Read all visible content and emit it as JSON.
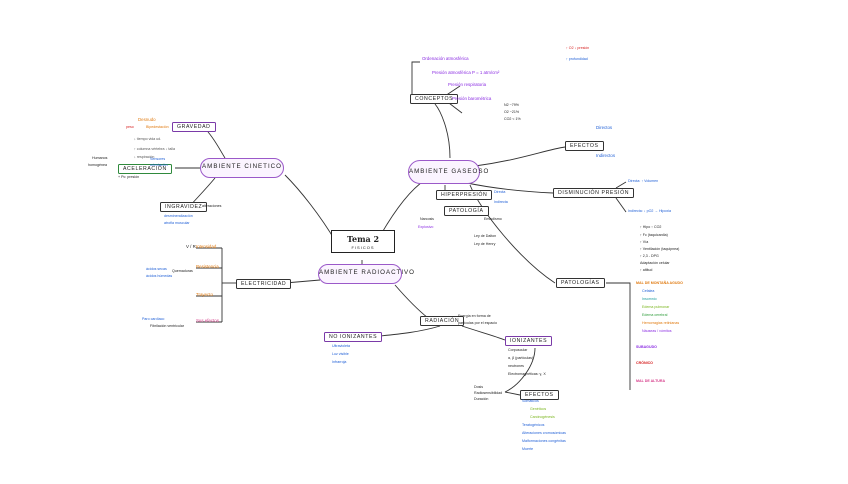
{
  "center": {
    "title": "Tema 2",
    "subtitle": "FISICOS"
  },
  "clouds": {
    "cinetico": "AMBIENTE CINETICO",
    "gaseoso": "AMBIENTE GASEOSO",
    "radioactivo": "AMBIENTE RADIOACTIVO"
  },
  "cinetico": {
    "gravedad": "GRAVEDAD",
    "ingravidez": "INGRAVIDEZ",
    "ingravidez_note": "alteraciones",
    "ingravidez_items": [
      "desmineralización",
      "atrofia muscular"
    ],
    "aceleracion": "ACELERACIÓN",
    "acel_left": [
      "Humanos",
      "homogénea"
    ],
    "acel_right": [
      "Sensores",
      "orientación"
    ],
    "gravedad_top": [
      "Desnudo",
      "peso",
      "Bipedestación"
    ],
    "gravedad_notes": [
      "↓ tiempo vida ud.",
      "↑ columna vértebra ↓ talla",
      "↓ respiración"
    ],
    "acel_pos": "+ Pc: presión"
  },
  "electricidad": {
    "label": "ELECTRICIDAD",
    "items": [
      "Intensidad",
      "Resistencia",
      "Trayecto",
      "Sus efectos"
    ],
    "sub": [
      "ácidos secas",
      "ácidos húmedas",
      "Quemaduras",
      "Paro cardíaco",
      "Fibrilación ventricular"
    ],
    "formula": "V / R"
  },
  "gaseoso": {
    "conceptos": "CONCEPTOS",
    "conceptos_items": [
      "Ordenación atmosférica",
      "Presión atmosférica  P = 1 atm/cm²",
      "Presión respiratoria",
      "Presión barométrica"
    ],
    "conceptos_extra": [
      "↑ O2 ↓ presión",
      "↑ profundidad",
      "N2 ~79%",
      "O2 ~21%",
      "CO2 < 1%"
    ],
    "efectos": "EFECTOS",
    "efectos_items": [
      "Directos",
      "Indirectos"
    ],
    "hiperpresion": "HIPERPRESIÓN",
    "hiper_items": [
      "Directa",
      "Indirecta"
    ],
    "patologia": "PATOLOGÍA",
    "ley": [
      "Ley de Dalton",
      "Ley de Henry"
    ],
    "patologia_side": [
      "Narcosis",
      "Embolismo",
      "Explosivo"
    ],
    "depresion": "DISMINUCIÓN PRESIÓN",
    "dep_items": [
      "Directa: ↑ Volumen",
      "Indirecta: ↓ pO2 → Hipoxia"
    ],
    "dep_notes": [
      "↑ Hipo ↑ CO2",
      "↑ Fc (taquicardia)",
      "↑ Vía",
      "↑ Ventilación (taquipnea)",
      "↑ 2,3 - DPG",
      "Adaptación celular",
      "↑ altitud"
    ],
    "patologias": "PATOLOGÍAS",
    "patologias_items": [
      "MAL DE MONTAÑA AGUDO",
      "SUBAGUDO",
      "CRÓNICO",
      "MAL DE ALTURA"
    ],
    "mal_items": [
      "Cefalea",
      "Insomnio",
      "Edema pulmonar",
      "Edema cerebral",
      "Hemorragias retinianas",
      "Náuseas / vómitos"
    ]
  },
  "radiacion": {
    "label": "RADIACIÓN",
    "note": [
      "Energía en forma de",
      "partículas por el espacio"
    ],
    "no_ionizantes": "NO IONIZANTES",
    "no_items": [
      "Ultravioleta",
      "Luz visible",
      "Infrarroja"
    ],
    "ionizantes": "IONIZANTES",
    "ion_items": [
      "Corpuscular",
      "α, β (partículas)",
      "neutrones",
      "Electromagnéticas: γ, X"
    ],
    "efectos": "EFECTOS",
    "efectos_items": [
      "Somáticos",
      "Genéticos",
      "Carcinogénesis",
      "Teratogénicos",
      "Alteraciones cromosómicas",
      "Malformaciones congénitas",
      "Muerte"
    ],
    "dosis": [
      "Dosis",
      "Radiosensibilidad",
      "Duración"
    ]
  }
}
